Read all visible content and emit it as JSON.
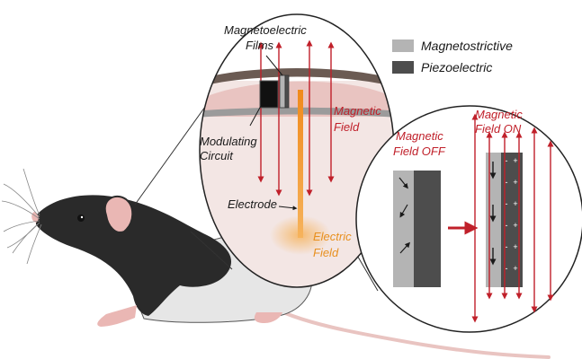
{
  "legend": {
    "magnetostrictive": "Magnetostrictive",
    "piezoelectric": "Piezoelectric"
  },
  "labels": {
    "magnetoelectric_films_line1": "Magnetoelectric",
    "magnetoelectric_films_line2": "Films",
    "modulating_circuit_line1": "Modulating",
    "modulating_circuit_line2": "Circuit",
    "electrode": "Electrode",
    "magnetic_field_line1": "Magnetic",
    "magnetic_field_line2": "Field",
    "electric_field_line1": "Electric",
    "electric_field_line2": "Field",
    "field_off_line1": "Magnetic",
    "field_off_line2": "Field OFF",
    "field_on_line1": "Magnetic",
    "field_on_line2": "Field ON"
  },
  "colors": {
    "magnetostrictive": "#b4b4b4",
    "piezoelectric": "#4d4d4d",
    "field_arrow": "#c0202a",
    "electric_field": "#f3a128",
    "rat_dark": "#2a2a2a",
    "rat_light": "#e6e6e6",
    "skin_pink": "#eab7b4"
  }
}
